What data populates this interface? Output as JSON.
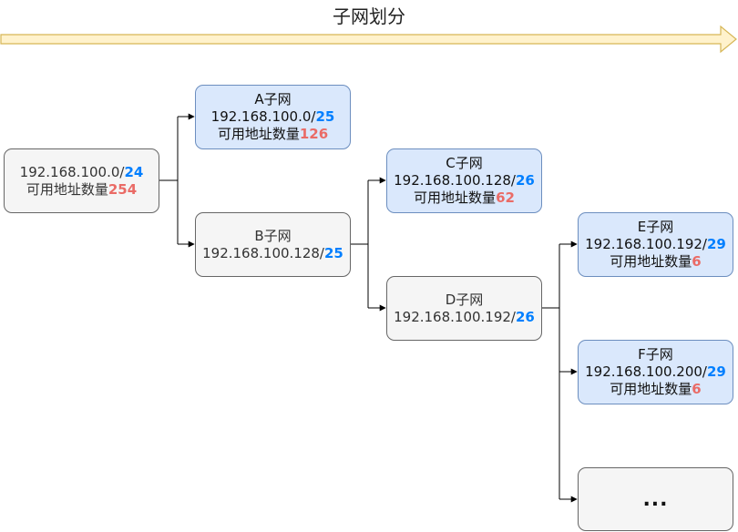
{
  "title": "子网划分",
  "colors": {
    "arrow_fill": "#fff2cc",
    "arrow_stroke": "#d6b656",
    "node_gray_fill": "#f5f5f5",
    "node_gray_stroke": "#666666",
    "node_blue_fill": "#dae8fc",
    "node_blue_stroke": "#6c8ebf",
    "prefix_color": "#007fff",
    "count_color": "#ea6b66"
  },
  "nodes": {
    "root": {
      "network": "192.168.100.0/",
      "prefix": "24",
      "count_label": "可用地址数量",
      "count": "254"
    },
    "a": {
      "name": "A子网",
      "network": "192.168.100.0/",
      "prefix": "25",
      "count_label": "可用地址数量",
      "count": "126"
    },
    "b": {
      "name": "B子网",
      "network": "192.168.100.128/",
      "prefix": "25"
    },
    "c": {
      "name": "C子网",
      "network": "192.168.100.128/",
      "prefix": "26",
      "count_label": "可用地址数量",
      "count": "62"
    },
    "d": {
      "name": "D子网",
      "network": "192.168.100.192/",
      "prefix": "26"
    },
    "e": {
      "name": "E子网",
      "network": "192.168.100.192/",
      "prefix": "29",
      "count_label": "可用地址数量",
      "count": "6"
    },
    "f": {
      "name": "F子网",
      "network": "192.168.100.200/",
      "prefix": "29",
      "count_label": "可用地址数量",
      "count": "6"
    },
    "more": {
      "text": "..."
    }
  }
}
